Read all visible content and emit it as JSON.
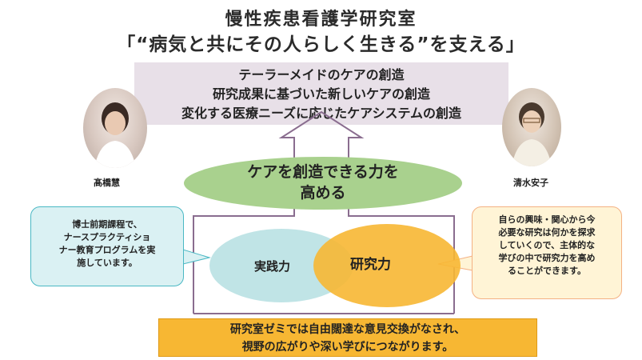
{
  "header": {
    "lab_name": "慢性疾患看護学研究室",
    "slogan": "「“病気と共にその人らしく生きる”を支える」"
  },
  "goals": [
    "テーラーメイドのケアの創造",
    "研究成果に基づいた新しいケアの創造",
    "変化する医療ニーズに応じたケアシステムの創造"
  ],
  "people": {
    "left_name": "髙橋慧",
    "right_name": "清水安子"
  },
  "center": {
    "line1": "ケアを創造できる力を",
    "line2": "高める"
  },
  "bubbles": {
    "left": [
      "博士前期課程で、",
      "ナースプラクティショ",
      "ナー教育プログラムを実",
      "施しています。"
    ],
    "right": [
      "自らの興味・関心から今",
      "必要な研究は何かを探求",
      "していくので、主体的な",
      "学びの中で研究力を高め",
      "ることができます。"
    ]
  },
  "circles": {
    "practice": "実践力",
    "research": "研究力"
  },
  "footer": {
    "line1": "研究室ゼミでは自由闊達な意見交換がなされ、",
    "line2": "視野の広がりや深い学びにつながります。"
  },
  "colors": {
    "goals_bg": "#e8e0e8",
    "green": "#a9d18e",
    "teal_bubble": "#daf1f3",
    "cream_bubble": "#fff4d6",
    "orange": "#f7b733",
    "light_blue": "#bde3e5"
  }
}
